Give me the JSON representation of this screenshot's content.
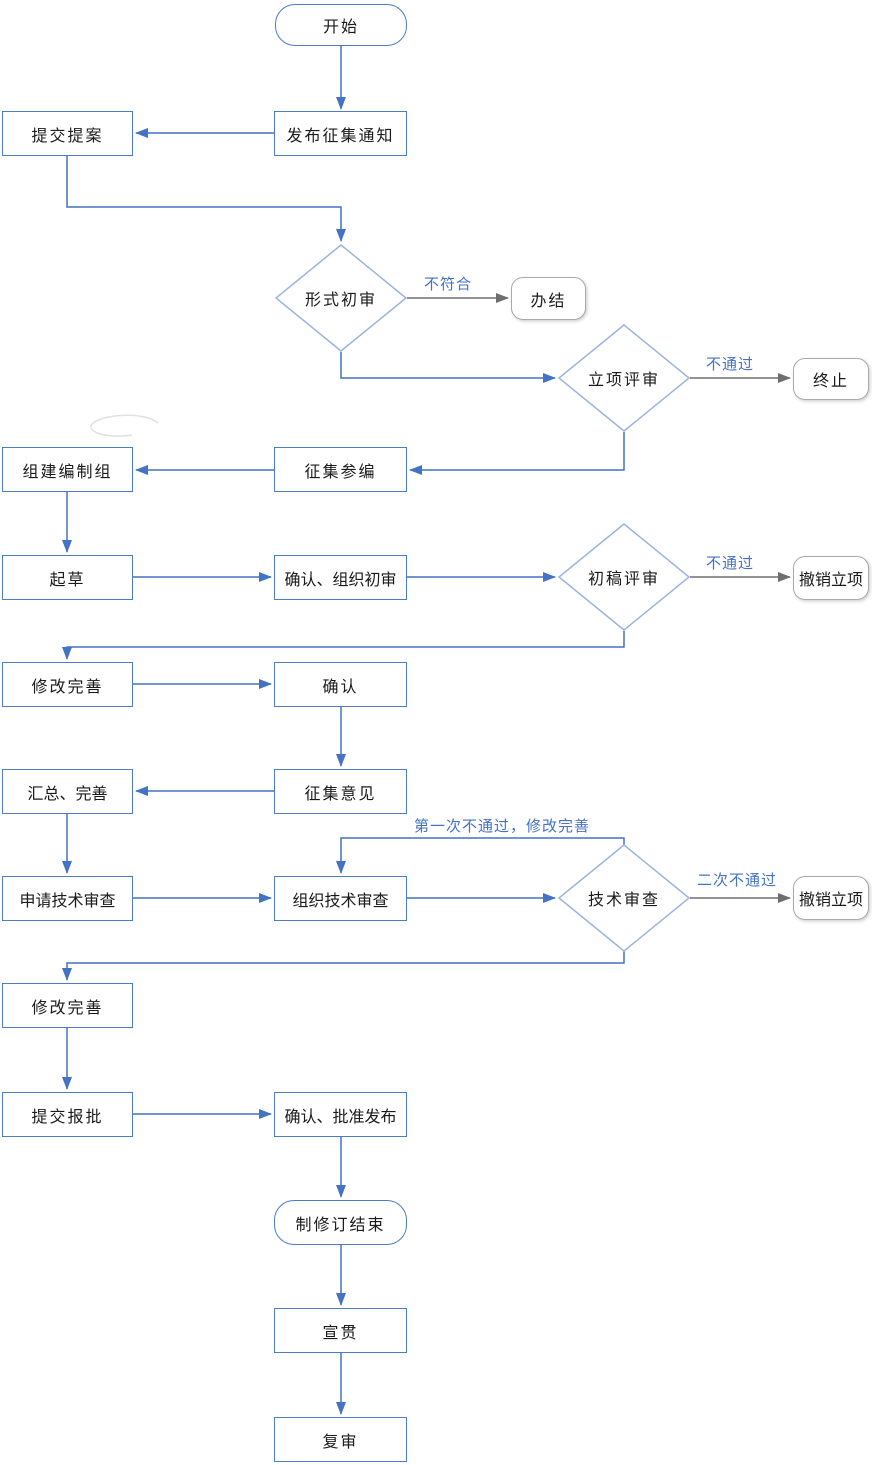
{
  "nodes": {
    "start": {
      "label": "开始"
    },
    "publish_notice": {
      "label": "发布征集通知"
    },
    "submit_proposal": {
      "label": "提交提案"
    },
    "formal_review": {
      "label": "形式初审"
    },
    "close_case": {
      "label": "办结"
    },
    "project_review": {
      "label": "立项评审"
    },
    "terminate": {
      "label": "终止"
    },
    "solicit_participants": {
      "label": "征集参编"
    },
    "form_drafting_group": {
      "label": "组建编制组"
    },
    "draft": {
      "label": "起草"
    },
    "confirm_organize_review": {
      "label": "确认、组织初审"
    },
    "first_draft_review": {
      "label": "初稿评审"
    },
    "revoke_project_1": {
      "label": "撤销立项"
    },
    "revise_improve_1": {
      "label": "修改完善"
    },
    "confirm": {
      "label": "确认"
    },
    "solicit_opinions": {
      "label": "征集意见"
    },
    "summarize_improve": {
      "label": "汇总、完善"
    },
    "apply_tech_review": {
      "label": "申请技术审查"
    },
    "organize_tech_review": {
      "label": "组织技术审查"
    },
    "tech_review": {
      "label": "技术审查"
    },
    "revoke_project_2": {
      "label": "撤销立项"
    },
    "revise_improve_2": {
      "label": "修改完善"
    },
    "submit_approval": {
      "label": "提交报批"
    },
    "confirm_approve_publish": {
      "label": "确认、批准发布"
    },
    "revision_end": {
      "label": "制修订结束"
    },
    "publicize": {
      "label": "宣贯"
    },
    "reexamine": {
      "label": "复审"
    }
  },
  "edge_labels": {
    "not_conform": "不符合",
    "not_pass_project": "不通过",
    "not_pass_draft": "不通过",
    "first_fail_revise": "第一次不通过，修改完善",
    "second_fail": "二次不通过"
  },
  "colors": {
    "shape_border": "#4d7cc7",
    "diamond_border": "#9bb3e0",
    "connector_blue": "#4472c4",
    "connector_gray": "#6e6e6e",
    "end_node_border": "#a9a9a9",
    "edge_label_text": "#4472c4",
    "node_text": "#1a1a1a"
  }
}
